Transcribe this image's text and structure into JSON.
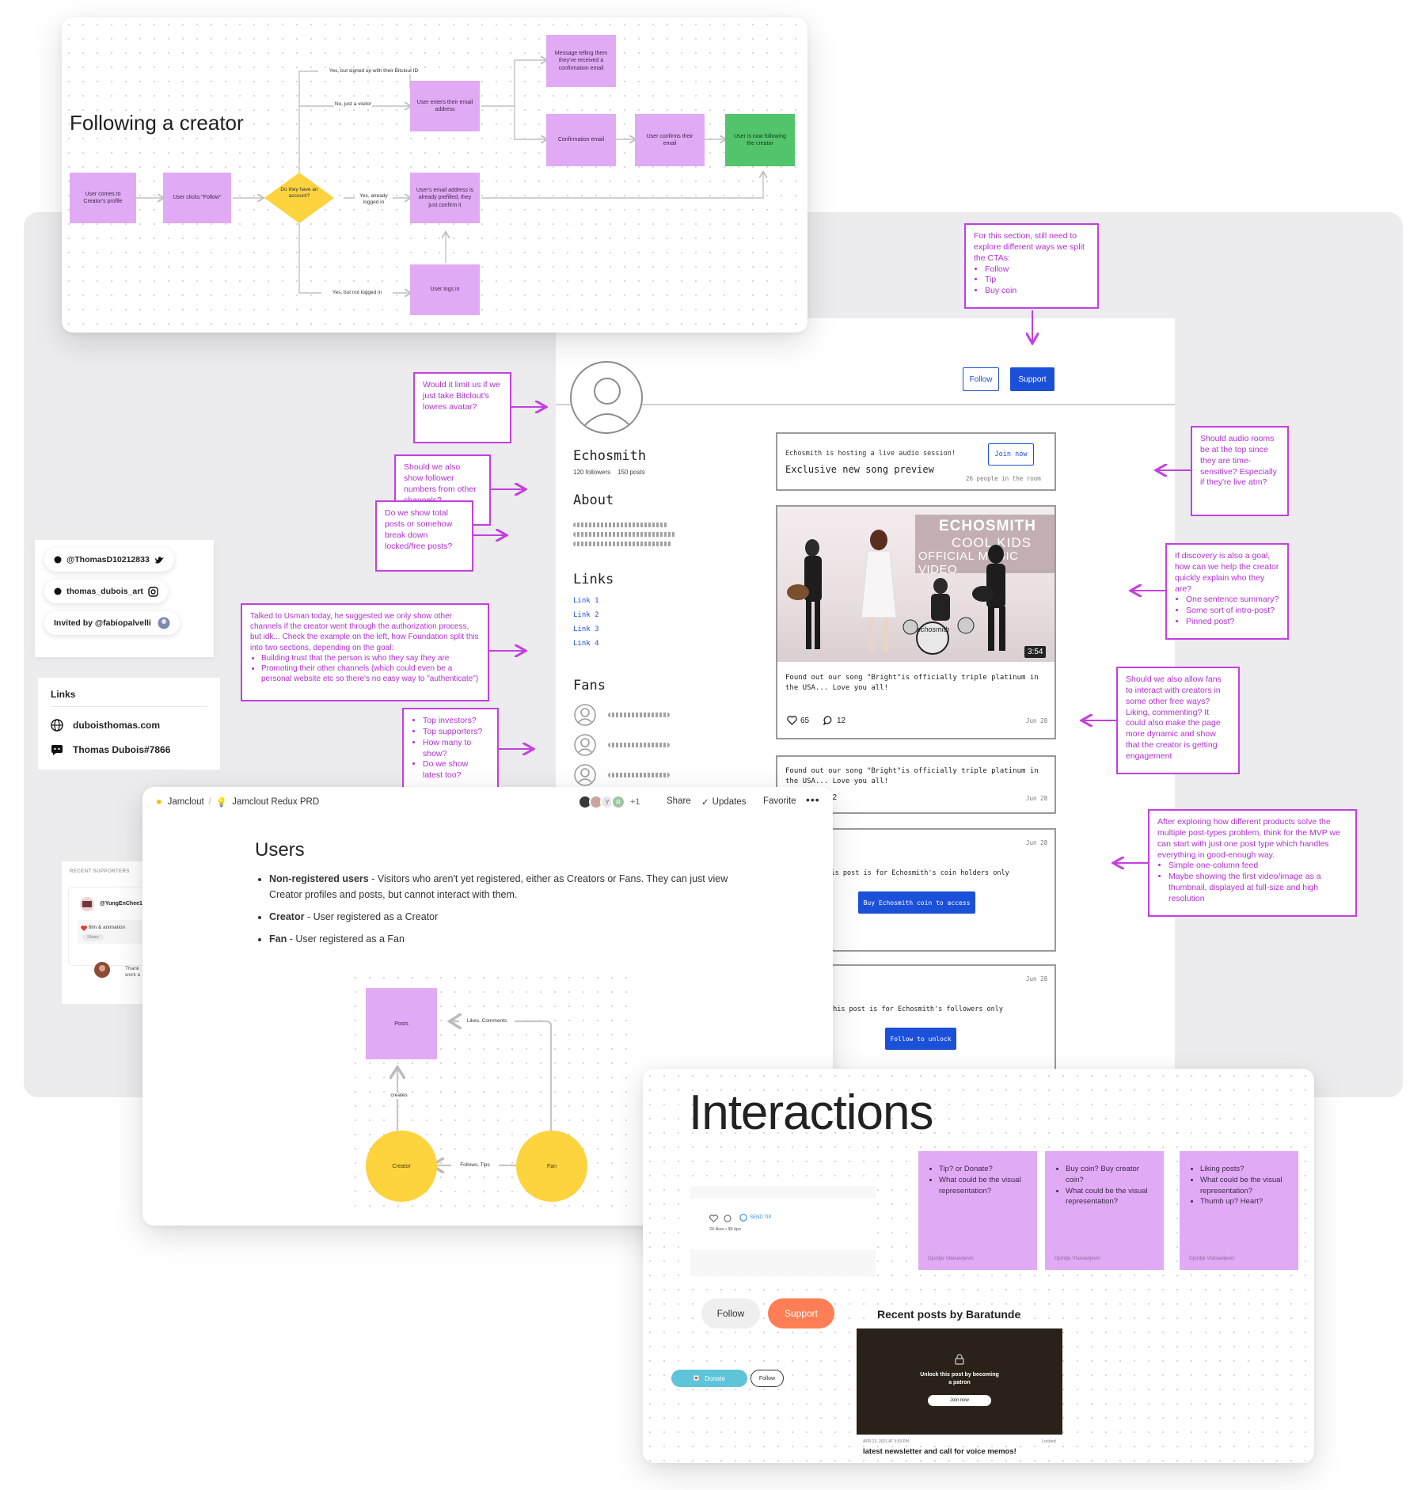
{
  "flowchart": {
    "title": "Following a creator",
    "nodes": {
      "comes": "User comes to Creator's profile",
      "clicks": "User clicks \"Follow\"",
      "decision": "Do they have an account?",
      "enters_email": "User enters their email address",
      "prefilled": "User's email address is already prefilled, they just confirm it",
      "logs_in": "User logs in",
      "message": "Message telling them they've received a confirmation email",
      "confirmation": "Confirmation email",
      "confirms": "User confirms their email",
      "following": "User is now following the creator"
    },
    "labels": {
      "bitclout": "Yes, but signed up with their Bitclout ID",
      "visitor": "No, just a visitor",
      "logged_in": "Yes, already logged in",
      "not_logged": "Yes, but not logged in"
    }
  },
  "notes": {
    "cta": {
      "intro": "For this section, still need to explore different ways we split the CTAs:",
      "items": [
        "Follow",
        "Tip",
        "Buy coin"
      ]
    },
    "avatar": "Would it limit us if we just take Bitclout's lowres avatar?",
    "followers": "Should we also show follower numbers from other channels?",
    "posts": "Do we show total posts or somehow break down locked/free posts?",
    "usman": {
      "intro": "Talked to Usman today, he suggested we only show other channels if the creator went through the authorization process, but idk... Check the example on the left, how Foundation split this into two sections, depending on the goal:",
      "items": [
        "Building trust that the person is who they say they are",
        "Promoting their other channels (which could even be a personal website etc so there's no easy way to \"authenticate\")"
      ]
    },
    "investors": {
      "items": [
        "Top investors?",
        "Top supporters?",
        "How many to show?",
        "Do we show latest too?"
      ]
    },
    "audio": "Should audio rooms be at the top since they are time-sensitive? Especially if they're live atm?",
    "discovery": {
      "intro": "If discovery is also a goal, how can we help the creator quickly explain who they are?",
      "items": [
        "One sentence summary?",
        "Some sort of intro-post?",
        "Pinned post?"
      ]
    },
    "fans": "Should we also allow fans to interact with creators in some other free ways? Liking, commenting? It could also make the page more dynamic and show that the creator is getting engagement",
    "mvp": {
      "intro": "After exploring how different products solve the multiple post-types problem, think for the MVP we can start with just one post type which handles everything in good-enough way.",
      "items": [
        "Simple one-column feed",
        "Maybe showing the first video/image as a thumbnail, displayed at full-size and high resolution"
      ]
    }
  },
  "social_card": {
    "twitter": "@ThomasD10212833",
    "instagram": "thomas_dubois_art",
    "invited": "Invited by @fabiopalvelli"
  },
  "links_card": {
    "title": "Links",
    "website": "duboisthomas.com",
    "discord": "Thomas Dubois#7866"
  },
  "supporters_card": {
    "title": "RECENT SUPPORTERS",
    "user": "@YungEnChee1",
    "tag": "film & animation",
    "share": "Share",
    "comment": "Thank work a"
  },
  "wireframe": {
    "name": "Echosmith",
    "stats": "120 followers    150 posts",
    "about": "About",
    "links_title": "Links",
    "links": [
      "Link 1",
      "Link 2",
      "Link 3",
      "Link 4"
    ],
    "fans_title": "Fans",
    "follow": "Follow",
    "support": "Support",
    "audio": {
      "sub": "Echosmith is hosting a live audio session!",
      "title": "Exclusive new song preview",
      "join": "Join now",
      "count": "26 people in the room"
    },
    "video": {
      "brand": "ECHOSMITH",
      "line1": "COOL KIDS",
      "line2": "OFFICIAL MUSIC VIDEO",
      "duration": "3:54",
      "logo": "echosmith"
    },
    "post1": {
      "text": "Found out our song \"Bright\"is officially triple platinum in the USA... Love you all!",
      "likes": "65",
      "comments": "12",
      "date": "Jun 28"
    },
    "post2": {
      "text": "Found out our song \"Bright\"is officially triple platinum in the USA... Love you all!",
      "comments": "12",
      "date": "Jun 28"
    },
    "post3": {
      "date": "Jun 28",
      "text": "This post is for Echosmith's coin holders only",
      "button": "Buy Echosmith coin to access"
    },
    "post4": {
      "date": "Jun 28",
      "text": "This post is for Echosmith's followers only",
      "button": "Follow to unlock"
    }
  },
  "doc": {
    "crumb1": "Jamclout",
    "crumb2": "Jamclout Redux PRD",
    "plus": "+1",
    "share": "Share",
    "updates": "Updates",
    "favorite": "Favorite",
    "title": "Users",
    "bullets": [
      {
        "term": "Non-registered users",
        "text": " - Visitors who aren't yet registered, either as Creators or Fans. They can just view Creator profiles and posts, but cannot interact with them."
      },
      {
        "term": "Creator",
        "text": " - User registered as a Creator"
      },
      {
        "term": "Fan",
        "text": " - User registered as a Fan"
      }
    ],
    "diagram": {
      "posts": "Posts",
      "creator": "Creator",
      "fan": "Fan",
      "likes": "Likes, Comments",
      "creates": "creates",
      "follows": "Follows, Tips"
    },
    "avatars": [
      "Y",
      "R"
    ]
  },
  "interactions": {
    "title": "Interactions",
    "send_tip": "SEND TIP",
    "meta": "24 likes • $5 tips",
    "stickies": [
      {
        "items": [
          "Tip? or Donate?",
          "What could be the visual representation?"
        ],
        "author": "Djordje Vlaisavljevic"
      },
      {
        "items": [
          "Buy coin? Buy creator coin?",
          "What could be the visual representation?"
        ],
        "author": "Djordje Vlaisavljevic"
      },
      {
        "items": [
          "Liking posts?",
          "What could be the visual representation?",
          "Thumb up? Heart?"
        ],
        "author": "Djordje Vlaisavljevic"
      }
    ],
    "follow": "Follow",
    "support": "Support",
    "donate": "Donate",
    "follow_small": "Follow",
    "recent": "Recent posts by Baratunde",
    "unlock": "Unlock this post by becoming a patron",
    "join": "Join now",
    "post_meta": "APR 23, 2021 AT 5:53 PM",
    "locked": "Locked",
    "post_title": "latest newsletter and call for voice memos!"
  },
  "colors": {
    "sticky": "#e1aaf5",
    "note": "#c43fe0",
    "blue": "#1b50d8",
    "green": "#52c46c",
    "yellow": "#fdd33e",
    "orange": "#ff7e55",
    "teal": "#5ec4d8"
  }
}
